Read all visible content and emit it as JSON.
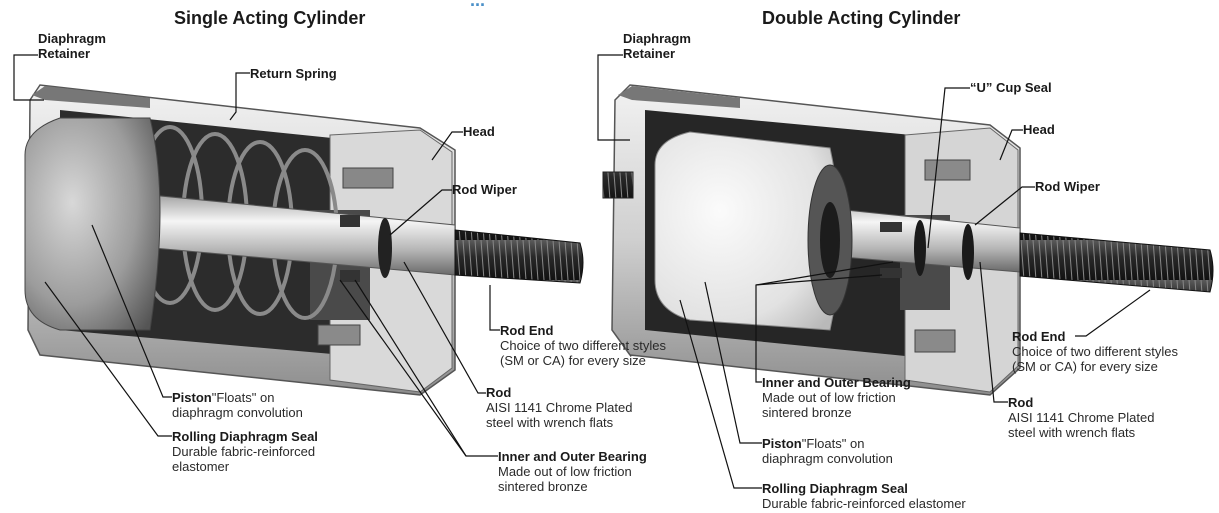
{
  "diagram": {
    "partial_top_text": "...",
    "left": {
      "title": "Single Acting Cylinder",
      "labels": {
        "diaphragm_retainer_1": "Diaphragm",
        "diaphragm_retainer_2": "Retainer",
        "return_spring": "Return Spring",
        "head": "Head",
        "rod_wiper": "Rod Wiper",
        "rod_end_title": "Rod End",
        "rod_end_desc_1": "Choice of two different styles",
        "rod_end_desc_2": "(SM or CA) for every size",
        "rod_title": "Rod",
        "rod_desc_1": "AISI 1141 Chrome Plated",
        "rod_desc_2": "steel with wrench flats",
        "piston_title": "Piston",
        "piston_desc_1": "\"Floats\" on",
        "piston_desc_2": "diaphragm convolution",
        "rolling_title": "Rolling Diaphragm Seal",
        "rolling_desc_1": "Durable fabric-reinforced",
        "rolling_desc_2": "elastomer",
        "bearing_title": "Inner and Outer Bearing",
        "bearing_desc_1": "Made out of low friction",
        "bearing_desc_2": "sintered bronze"
      }
    },
    "right": {
      "title": "Double Acting Cylinder",
      "labels": {
        "diaphragm_retainer_1": "Diaphragm",
        "diaphragm_retainer_2": "Retainer",
        "u_cup_seal": "“U” Cup Seal",
        "head": "Head",
        "rod_wiper": "Rod Wiper",
        "rod_end_title": "Rod End",
        "rod_end_desc_1": "Choice of two different styles",
        "rod_end_desc_2": "(SM or CA) for every size",
        "rod_title": "Rod",
        "rod_desc_1": "AISI 1141 Chrome Plated",
        "rod_desc_2": "steel with wrench flats",
        "bearing_title": "Inner and Outer Bearing",
        "bearing_desc_1": "Made out of low friction",
        "bearing_desc_2": "sintered bronze",
        "piston_title": "Piston",
        "piston_desc_1": "\"Floats\" on",
        "piston_desc_2": "diaphragm convolution",
        "rolling_title": "Rolling Diaphragm Seal",
        "rolling_desc_1": "Durable fabric-reinforced elastomer"
      }
    },
    "colors": {
      "metal_light": "#e4e4e4",
      "metal_mid": "#a9a9a9",
      "metal_dark": "#3a3a3a",
      "leader": "#111111",
      "partial_text": "#4a90c8"
    }
  }
}
